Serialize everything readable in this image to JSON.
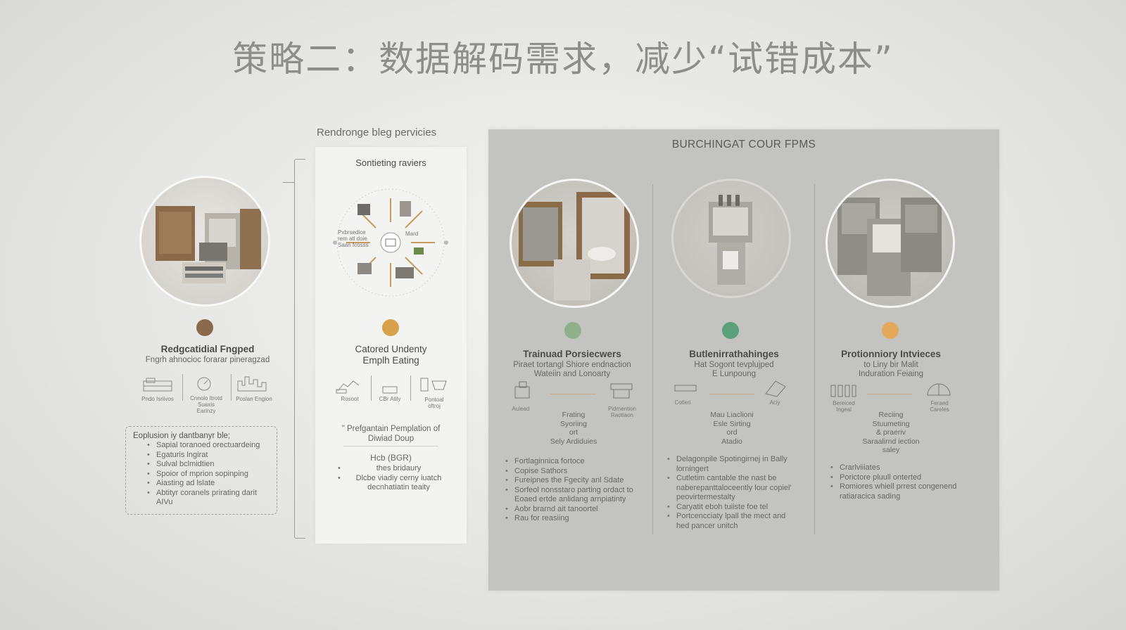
{
  "title": "策略二：数据解码需求，减少“试错成本”",
  "left_group": {
    "header": "Rendronge bleg pervicies",
    "col1": {
      "accent": "#8a6a4a",
      "heading": "Redgcatidial Fngped",
      "subtitle": "Fngrh ahnocioc forarar pineragzad",
      "icons": [
        {
          "icon": "rack-icon",
          "label": "Pndo Isriivos"
        },
        {
          "icon": "gauge-icon",
          "label": "Cnnolo Itrotd\nSuaxis\nEarinzy"
        },
        {
          "icon": "skyline-icon",
          "label": "Poslan Engion"
        }
      ],
      "box": {
        "title": "Eoplusion iy dantbanyr ble;",
        "items": [
          "Sapial toranoed orectuardeing",
          "Egaturis lngirat",
          "Sulval bclmidtien",
          "Spoior of mprion sopinping",
          "Aiasting ad lslate",
          "Abtityr coranels prirating darit AIVu"
        ]
      }
    },
    "col2": {
      "panel_title": "Sontieting raviers",
      "accent": "#d7a24a",
      "heading": "Catored Undenty\nEmplh Eating",
      "icons": [
        {
          "icon": "hand-icon",
          "label": "Rosoot"
        },
        {
          "icon": "money-icon",
          "label": "CBr Atily"
        },
        {
          "icon": "cart-icon",
          "label": "Pontoal\noftroj"
        }
      ],
      "wheel_labels": {
        "left": "Pxbrsedice\nrem atl doie\nSaan fcosss",
        "right": "Mard"
      },
      "caption": "\" Prefgantain Pemplation of\nDiwiad Doup",
      "sub_title": "Hcb (BGR)",
      "items": [
        "thes bridaury",
        "Dlcbe viadiy cerny iuatch decnhatiatin teaity"
      ]
    }
  },
  "right_group": {
    "header": "BURCHINGAT COUR FPMS",
    "cols": [
      {
        "accent": "#8fb08a",
        "heading": "Trainuad Porsiecwers",
        "subtitle": "Piraet tortangl Shiore endnaction\nWateiin and Lonoarty",
        "icons": [
          {
            "icon": "box-icon",
            "label": "Auiead"
          },
          {
            "icon": "press-icon",
            "label": "Pidmention\nRaotiaon"
          }
        ],
        "mid_label": "Frating\nSyoriing\nort\nSely Ardiduies",
        "items": [
          "Fortlaginnica fortoce",
          "Copise Sathors",
          "Fureipnes the Fgecity anl Sdate",
          "Sorfeol nonsstaro parting ordact to Eoaed ertde anlidang arnpiatinty",
          "Aobr brarnd ait tanoortel",
          "Rau for reasiing"
        ]
      },
      {
        "accent": "#5aa07a",
        "heading": "Butlenirrathahinges",
        "subtitle": "Hat Sogont tevplujped\nE Lunpoung",
        "icons": [
          {
            "icon": "tray-icon",
            "label": "Cotleri"
          },
          {
            "icon": "document-icon",
            "label": "Aciy"
          }
        ],
        "mid_label": "Mau Liaclioni\nEsle Sirting\nord\nAtadio",
        "items": [
          "Delagonpile Spotingirnej in Bally lorningert",
          "Cutletim cantable the nast be naberepanttaloceently lour copiel' peovirtermestalty",
          "Caryatit eboh tuiiste foe tel",
          "Portcencciaty lpall the mect and hed pancer unitch"
        ]
      },
      {
        "accent": "#e4a85a",
        "heading": "Protionniory Intvieces",
        "subtitle": "to Liny bir Malit\nInduration Feiaing",
        "icons": [
          {
            "icon": "bottles-icon",
            "label": "Bereiced\nIngeal"
          },
          {
            "icon": "globe-icon",
            "label": "Feraed\nCareles"
          }
        ],
        "mid_label": "Reciing\nStuumeting\n& praeriv\nSaraalirnd iection\nsaley",
        "items": [
          "Crarlviiiates",
          "Porictore pluull onterted",
          "Romiores whiell prrest congenend ratiaracica sading"
        ]
      }
    ]
  }
}
